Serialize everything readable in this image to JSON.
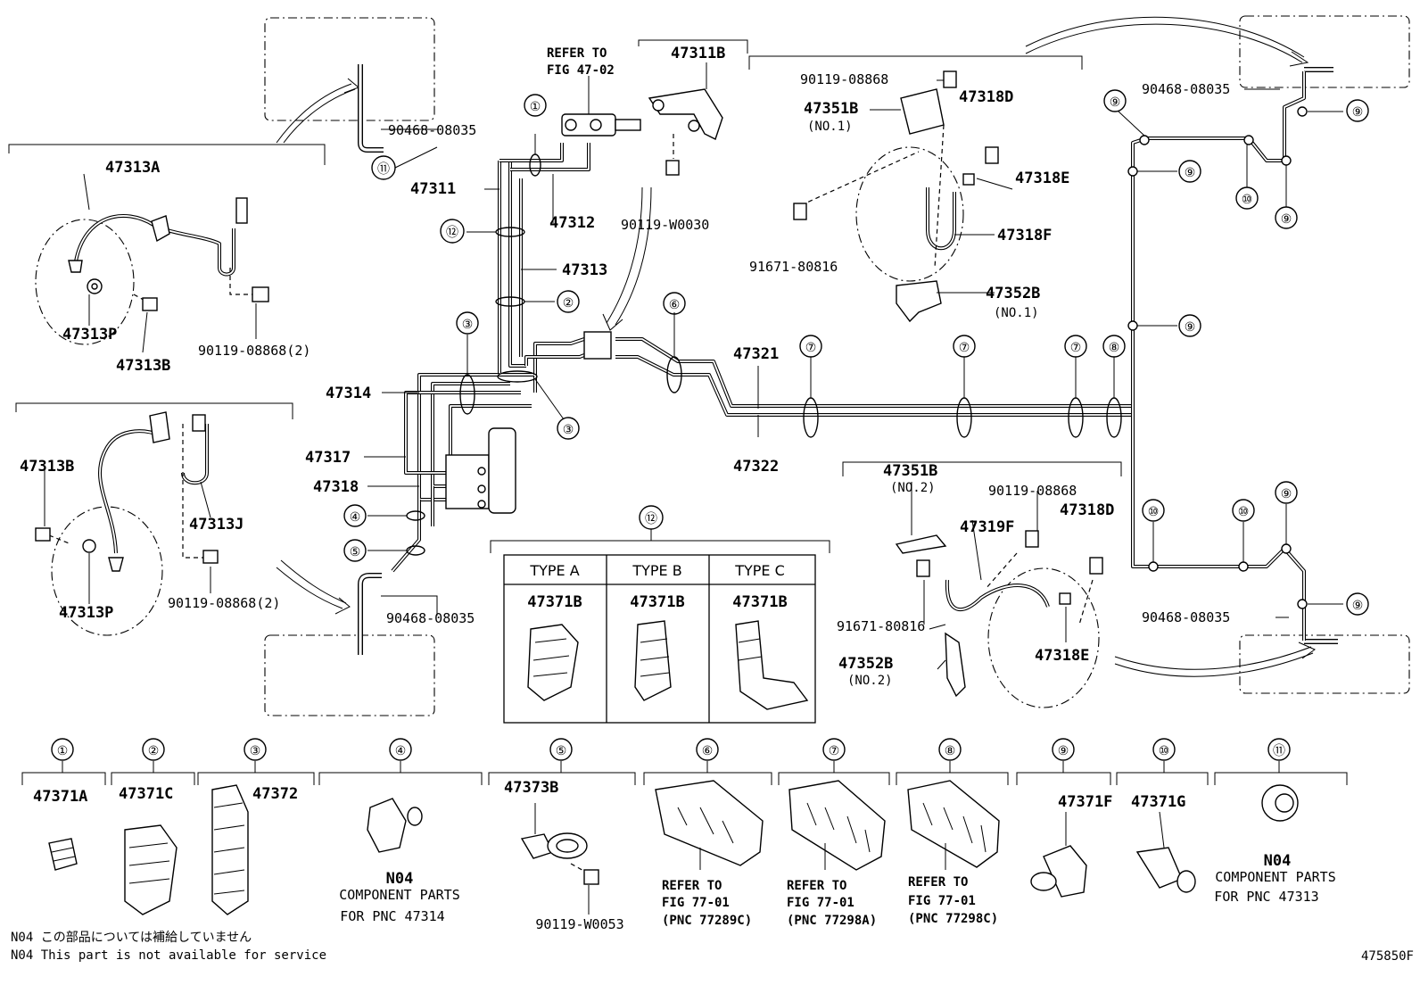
{
  "diagram_code": "475850F",
  "notes": {
    "ja": "N04 この部品については補給していません",
    "en": "N04 This part is not available for service"
  },
  "refer_to": [
    "REFER TO",
    "FIG 47-02"
  ],
  "labels": {
    "p47311B": "47311B",
    "p90119_08868_top": "90119-08868",
    "p47351B_1": "47351B",
    "no1_a": "(NO.1)",
    "p47318D_1": "47318D",
    "p47318E_1": "47318E",
    "p47318F": "47318F",
    "p91671_1": "91671-80816",
    "p47352B_1": "47352B",
    "no1_b": "(NO.1)",
    "p90468_tl": "90468-08035",
    "p90468_tr": "90468-08035",
    "p90468_ml": "90468-08035",
    "p90468_br": "90468-08035",
    "p47313A": "47313A",
    "p47313P_1": "47313P",
    "p47313B_1": "47313B",
    "p90119_2a": "90119-08868(2)",
    "p47311": "47311",
    "p47312": "47312",
    "p90119_W0030": "90119-W0030",
    "p47313": "47313",
    "p47314": "47314",
    "p47317": "47317",
    "p47318": "47318",
    "p47321": "47321",
    "p47322": "47322",
    "p47313B_2": "47313B",
    "p47313J": "47313J",
    "p47313P_2": "47313P",
    "p90119_2b": "90119-08868(2)",
    "p47351B_2": "47351B",
    "no2_a": "(NO.2)",
    "p90119_08868_br": "90119-08868",
    "p47319F": "47319F",
    "p47318D_2": "47318D",
    "p91671_2": "91671-80816",
    "p47352B_2": "47352B",
    "no2_b": "(NO.2)",
    "p47318E_2": "47318E"
  },
  "clamp_table": {
    "ref": "⑫",
    "headers": [
      "TYPE A",
      "TYPE B",
      "TYPE C"
    ],
    "parts": [
      "47371B",
      "47371B",
      "47371B"
    ]
  },
  "legend": [
    {
      "ref": "①",
      "part": "47371A",
      "notes": []
    },
    {
      "ref": "②",
      "part": "47371C",
      "notes": []
    },
    {
      "ref": "③",
      "part": "47372",
      "notes": []
    },
    {
      "ref": "④",
      "part": "N04",
      "notes": [
        "COMPONENT PARTS",
        "FOR PNC 47314"
      ]
    },
    {
      "ref": "⑤",
      "part": "47373B",
      "notes": [
        "90119-W0053"
      ]
    },
    {
      "ref": "⑥",
      "part": "",
      "notes": [
        "REFER TO",
        "FIG 77-01",
        "(PNC 77289C)"
      ]
    },
    {
      "ref": "⑦",
      "part": "",
      "notes": [
        "REFER TO",
        "FIG 77-01",
        "(PNC 77298A)"
      ]
    },
    {
      "ref": "⑧",
      "part": "",
      "notes": [
        "REFER TO",
        "FIG 77-01",
        "(PNC 77298C)"
      ]
    },
    {
      "ref": "⑨",
      "part": "47371F",
      "notes": []
    },
    {
      "ref": "⑩",
      "part": "47371G",
      "notes": []
    },
    {
      "ref": "⑪",
      "part": "N04",
      "notes": [
        "COMPONENT PARTS",
        "FOR PNC 47313"
      ]
    }
  ],
  "callouts": {
    "c1": "①",
    "c2": "②",
    "c3": "③",
    "c4": "④",
    "c5": "⑤",
    "c6": "⑥",
    "c7": "⑦",
    "c8": "⑧",
    "c9": "⑨",
    "c10": "⑩",
    "c11": "⑪",
    "c12": "⑫"
  }
}
